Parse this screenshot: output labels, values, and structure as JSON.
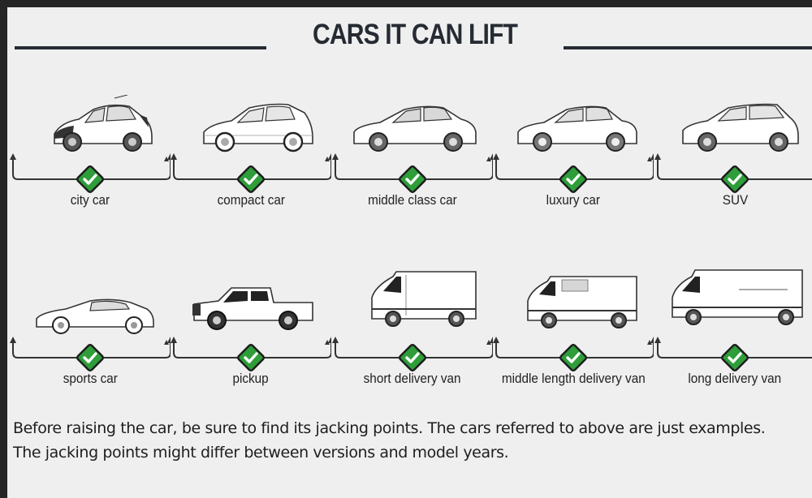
{
  "header": {
    "title": "CARS IT CAN LIFT"
  },
  "vehicles_row1": [
    {
      "label": "city car",
      "icon": "city-car-icon"
    },
    {
      "label": "compact car",
      "icon": "compact-car-icon"
    },
    {
      "label": "middle class car",
      "icon": "sedan-car-icon"
    },
    {
      "label": "luxury car",
      "icon": "luxury-car-icon"
    },
    {
      "label": "SUV",
      "icon": "suv-icon"
    }
  ],
  "vehicles_row2": [
    {
      "label": "sports car",
      "icon": "sports-car-icon"
    },
    {
      "label": "pickup",
      "icon": "pickup-truck-icon"
    },
    {
      "label": "short delivery van",
      "icon": "short-van-icon"
    },
    {
      "label": "middle length delivery van",
      "icon": "medium-van-icon"
    },
    {
      "label": "long delivery van",
      "icon": "long-van-icon"
    }
  ],
  "note": {
    "line1": "Before raising the car, be sure to find its jacking points. The cars referred to above are just examples.",
    "line2": "The jacking points might differ between versions and model years."
  },
  "colors": {
    "check_green": "#2e9d3a",
    "ink": "#262b33",
    "background": "#efefef",
    "frame": "#262626"
  }
}
